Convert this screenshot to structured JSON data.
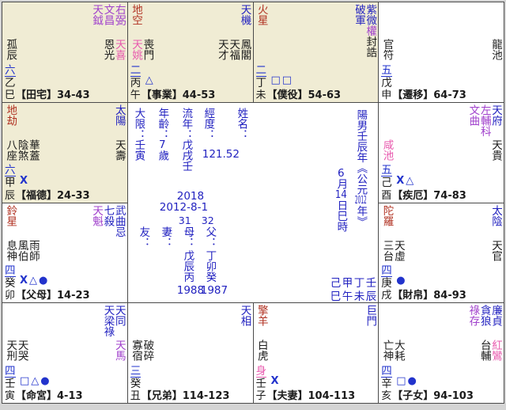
{
  "chart": {
    "palette": {
      "main_star_blue": "#2222c0",
      "aux_star_purple": "#a040cc",
      "malefic_red": "#b03020",
      "romance_pink": "#e85aae",
      "minor_black": "#1a1a1a",
      "marker_blue": "#2233cc",
      "highlight_beige": "#f0ecd4"
    },
    "cells": [
      {
        "key": "si",
        "row": 1,
        "col": 1,
        "bg": "beige",
        "malefic": [],
        "stars": [
          [
            {
              "t": "天鉞",
              "c": "a"
            }
          ],
          [
            {
              "t": "文昌",
              "c": "a"
            }
          ],
          [
            {
              "t": "右弼",
              "c": "a"
            }
          ]
        ],
        "mid_left": [
          [
            {
              "t": "孤辰",
              "c": "k"
            }
          ]
        ],
        "mid_right": [
          [
            {
              "t": "恩光",
              "c": "k"
            }
          ],
          [
            {
              "t": "天喜",
              "c": "p"
            }
          ]
        ],
        "num": "六",
        "num_c": "n",
        "stem": "乙",
        "branch": "巳",
        "syms": "",
        "label": "【田宅】34-43"
      },
      {
        "key": "wu",
        "row": 1,
        "col": 2,
        "bg": "beige",
        "malefic": [
          [
            {
              "t": "地空",
              "c": "x"
            }
          ]
        ],
        "stars": [
          [
            {
              "t": "天機",
              "c": "m"
            }
          ]
        ],
        "mid_left": [
          [
            {
              "t": "天姚",
              "c": "p"
            }
          ],
          [
            {
              "t": "喪門",
              "c": "k"
            }
          ]
        ],
        "mid_right": [
          [
            {
              "t": "天才",
              "c": "k"
            }
          ],
          [
            {
              "t": "天福",
              "c": "k"
            }
          ],
          [
            {
              "t": "鳳閣",
              "c": "k"
            }
          ]
        ],
        "num": "二",
        "num_c": "n",
        "stem": "丙",
        "branch": "午",
        "syms": "△",
        "label": "【事業】44-53"
      },
      {
        "key": "wei",
        "row": 1,
        "col": 3,
        "bg": "beige",
        "malefic": [
          [
            {
              "t": "火星",
              "c": "x"
            }
          ]
        ],
        "stars": [
          [
            {
              "t": "破軍",
              "c": "m"
            }
          ],
          [
            {
              "t": "紫微",
              "c": "m"
            },
            {
              "t": "權",
              "c": "a"
            },
            {
              "t": "封誥",
              "c": "k"
            }
          ]
        ],
        "mid_left": [],
        "mid_right": [],
        "num": "二",
        "num_c": "n",
        "stem": "丁",
        "branch": "未",
        "syms": "□□",
        "label": "【僕役】54-63"
      },
      {
        "key": "shen",
        "row": 1,
        "col": 4,
        "bg": "white",
        "malefic": [],
        "stars": [],
        "mid_left": [
          [
            {
              "t": "官符",
              "c": "k"
            }
          ]
        ],
        "mid_right": [
          [
            {
              "t": "龍池",
              "c": "k"
            }
          ]
        ],
        "num": "五",
        "num_c": "n",
        "stem": "戊",
        "branch": "申",
        "syms": "",
        "label": "【遷移】64-73"
      },
      {
        "key": "chen",
        "row": 2,
        "col": 1,
        "bg": "beige",
        "malefic": [
          [
            {
              "t": "地劫",
              "c": "x"
            }
          ]
        ],
        "stars": [
          [
            {
              "t": "太陽",
              "c": "m"
            }
          ]
        ],
        "mid_left": [
          [
            {
              "t": "八座",
              "c": "k"
            }
          ],
          [
            {
              "t": "陰煞",
              "c": "k"
            }
          ],
          [
            {
              "t": "華蓋",
              "c": "k"
            }
          ]
        ],
        "mid_right": [
          [
            {
              "t": "天壽",
              "c": "k"
            }
          ]
        ],
        "num": "六",
        "num_c": "n",
        "stem": "甲",
        "branch": "辰",
        "syms": "X",
        "label": "【福德】24-33"
      },
      {
        "key": "you",
        "row": 2,
        "col": 4,
        "bg": "white",
        "malefic": [],
        "stars": [
          [
            {
              "t": "文曲",
              "c": "a"
            }
          ],
          [
            {
              "t": "左輔",
              "c": "a"
            },
            {
              "t": "科",
              "c": "a"
            }
          ],
          [
            {
              "t": "天府",
              "c": "m"
            }
          ]
        ],
        "mid_left": [
          [
            {
              "t": "咸池",
              "c": "p"
            }
          ]
        ],
        "mid_right": [
          [
            {
              "t": "天貴",
              "c": "k"
            }
          ]
        ],
        "num": "五",
        "num_c": "n",
        "stem": "己",
        "branch": "酉",
        "syms": "X△",
        "label": "【疾厄】74-83"
      },
      {
        "key": "mao",
        "row": 3,
        "col": 1,
        "bg": "white",
        "malefic": [
          [
            {
              "t": "鈴星",
              "c": "x"
            }
          ]
        ],
        "stars": [
          [
            {
              "t": "天魁",
              "c": "a"
            }
          ],
          [
            {
              "t": "七殺",
              "c": "m"
            }
          ],
          [
            {
              "t": "武曲",
              "c": "m"
            },
            {
              "t": "忌",
              "c": "m"
            }
          ]
        ],
        "mid_left": [
          [
            {
              "t": "息神",
              "c": "k"
            }
          ],
          [
            {
              "t": "風伯",
              "c": "k"
            }
          ],
          [
            {
              "t": "雨師",
              "c": "k"
            }
          ]
        ],
        "mid_right": [],
        "num": "四",
        "num_c": "n",
        "stem": "癸",
        "branch": "卯",
        "syms": "X△●",
        "label": "【父母】14-23"
      },
      {
        "key": "xu",
        "row": 3,
        "col": 4,
        "bg": "white",
        "malefic": [
          [
            {
              "t": "陀羅",
              "c": "x"
            }
          ]
        ],
        "stars": [
          [
            {
              "t": "太陰",
              "c": "m"
            }
          ]
        ],
        "mid_left": [
          [
            {
              "t": "三台",
              "c": "k"
            }
          ],
          [
            {
              "t": "天虛",
              "c": "k"
            }
          ]
        ],
        "mid_right": [
          [
            {
              "t": "天官",
              "c": "k"
            }
          ]
        ],
        "num": "四",
        "num_c": "n",
        "stem": "庚",
        "branch": "戌",
        "syms": "●",
        "label": "【財帛】84-93"
      },
      {
        "key": "yin",
        "row": 4,
        "col": 1,
        "bg": "white",
        "malefic": [],
        "stars": [
          [
            {
              "t": "天梁",
              "c": "m"
            },
            {
              "t": "祿",
              "c": "m"
            }
          ],
          [
            {
              "t": "天同",
              "c": "m"
            }
          ]
        ],
        "mid_left": [
          [
            {
              "t": "天刑",
              "c": "k"
            }
          ],
          [
            {
              "t": "天哭",
              "c": "k"
            }
          ]
        ],
        "mid_right": [
          [
            {
              "t": "天馬",
              "c": "a"
            }
          ]
        ],
        "num": "四",
        "num_c": "n",
        "stem": "壬",
        "branch": "寅",
        "syms": "□△●",
        "label": "【命宮】4-13"
      },
      {
        "key": "chou",
        "row": 4,
        "col": 2,
        "bg": "white",
        "malefic": [],
        "stars": [
          [
            {
              "t": "天相",
              "c": "m"
            }
          ]
        ],
        "mid_left": [
          [
            {
              "t": "寡宿",
              "c": "k"
            }
          ],
          [
            {
              "t": "破碎",
              "c": "k"
            }
          ]
        ],
        "mid_right": [],
        "num": "三",
        "num_c": "n",
        "stem": "癸",
        "branch": "丑",
        "syms": "",
        "label": "【兄弟】114-123"
      },
      {
        "key": "zi",
        "row": 4,
        "col": 3,
        "bg": "white",
        "malefic": [
          [
            {
              "t": "擎羊",
              "c": "x"
            }
          ]
        ],
        "stars": [
          [
            {
              "t": "巨門",
              "c": "m"
            }
          ]
        ],
        "mid_left": [
          [
            {
              "t": "白虎",
              "c": "k"
            }
          ]
        ],
        "mid_right": [],
        "num": "身",
        "num_c": "p",
        "stem": "壬",
        "branch": "子",
        "syms": "X",
        "label": "【夫妻】104-113"
      },
      {
        "key": "hai",
        "row": 4,
        "col": 4,
        "bg": "white",
        "malefic": [],
        "stars": [
          [
            {
              "t": "祿存",
              "c": "a"
            }
          ],
          [
            {
              "t": "貪狼",
              "c": "m"
            }
          ],
          [
            {
              "t": "廉貞",
              "c": "m"
            }
          ]
        ],
        "mid_left": [
          [
            {
              "t": "亡神",
              "c": "k"
            }
          ],
          [
            {
              "t": "大耗",
              "c": "k"
            }
          ]
        ],
        "mid_right": [
          [
            {
              "t": "台輔",
              "c": "k"
            }
          ],
          [
            {
              "t": "紅鸞",
              "c": "p"
            }
          ]
        ],
        "num": "四",
        "num_c": "n",
        "stem": "辛",
        "branch": "亥",
        "syms": "□●",
        "label": "【子女】94-103"
      }
    ],
    "center": {
      "daxian_label": "大限：",
      "daxian_value": "壬寅",
      "age_label": "年齡：",
      "age_digit": "7",
      "age_suffix": "歲",
      "liunian_label": "流年：",
      "liunian_value": "戊戌壬",
      "liunian_year": "2018",
      "longitude_label": "經度：",
      "longitude_value": "121.52",
      "name_label": "姓名：",
      "birth_pre": "陽男壬辰年《公元",
      "birth_year": "2012",
      "birth_post": "年》",
      "time_p1": "6",
      "time_p2": "月",
      "time_p3": "14",
      "time_p4": "日巳時",
      "solar_date": "2012-8-1",
      "friend_label": "友：",
      "wife_label": "妻：",
      "mother_label": "母：",
      "mother_age": "31",
      "mother_pillar": "戊辰丙",
      "mother_year": "1988",
      "father_label": "父：",
      "father_age": "32",
      "father_pillar": "丁卯癸",
      "father_year": "1987",
      "bazi_stems": "己甲丁壬",
      "bazi_branches": "巳午未辰"
    }
  }
}
